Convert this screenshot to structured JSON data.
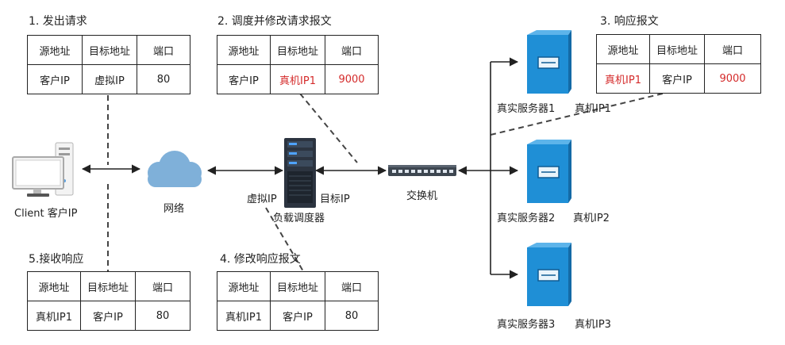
{
  "steps": {
    "s1": {
      "title": "1. 发出请求",
      "headers": [
        "源地址",
        "目标地址",
        "端口"
      ],
      "row": [
        "客户IP",
        "虚拟IP",
        "80"
      ]
    },
    "s2": {
      "title": "2. 调度并修改请求报文",
      "headers": [
        "源地址",
        "目标地址",
        "端口"
      ],
      "row": [
        "客户IP",
        "真机IP1",
        "9000"
      ]
    },
    "s3": {
      "title": "3. 响应报文",
      "headers": [
        "源地址",
        "目标地址",
        "端口"
      ],
      "row": [
        "真机IP1",
        "客户IP",
        "9000"
      ]
    },
    "s4": {
      "title": "4. 修改响应报文",
      "headers": [
        "源地址",
        "目标地址",
        "端口"
      ],
      "row": [
        "真机IP1",
        "客户IP",
        "80"
      ]
    },
    "s5": {
      "title": "5.接收响应",
      "headers": [
        "源地址",
        "目标地址",
        "端口"
      ],
      "row": [
        "真机IP1",
        "客户IP",
        "80"
      ]
    }
  },
  "nodes": {
    "client": "Client 客户IP",
    "network": "网络",
    "lb_vip": "虚拟IP",
    "lb_tip": "目标IP",
    "lb_name": "负载调度器",
    "switch": "交换机",
    "server1": "真实服务器1",
    "server1_ip": "真机IP1",
    "server2": "真实服务器2",
    "server2_ip": "真机IP2",
    "server3": "真实服务器3",
    "server3_ip": "真机IP3"
  },
  "colors": {
    "highlight": "#d42a2a",
    "server_blue": "#1f8fd6",
    "cloud_blue": "#7fb0d9"
  }
}
